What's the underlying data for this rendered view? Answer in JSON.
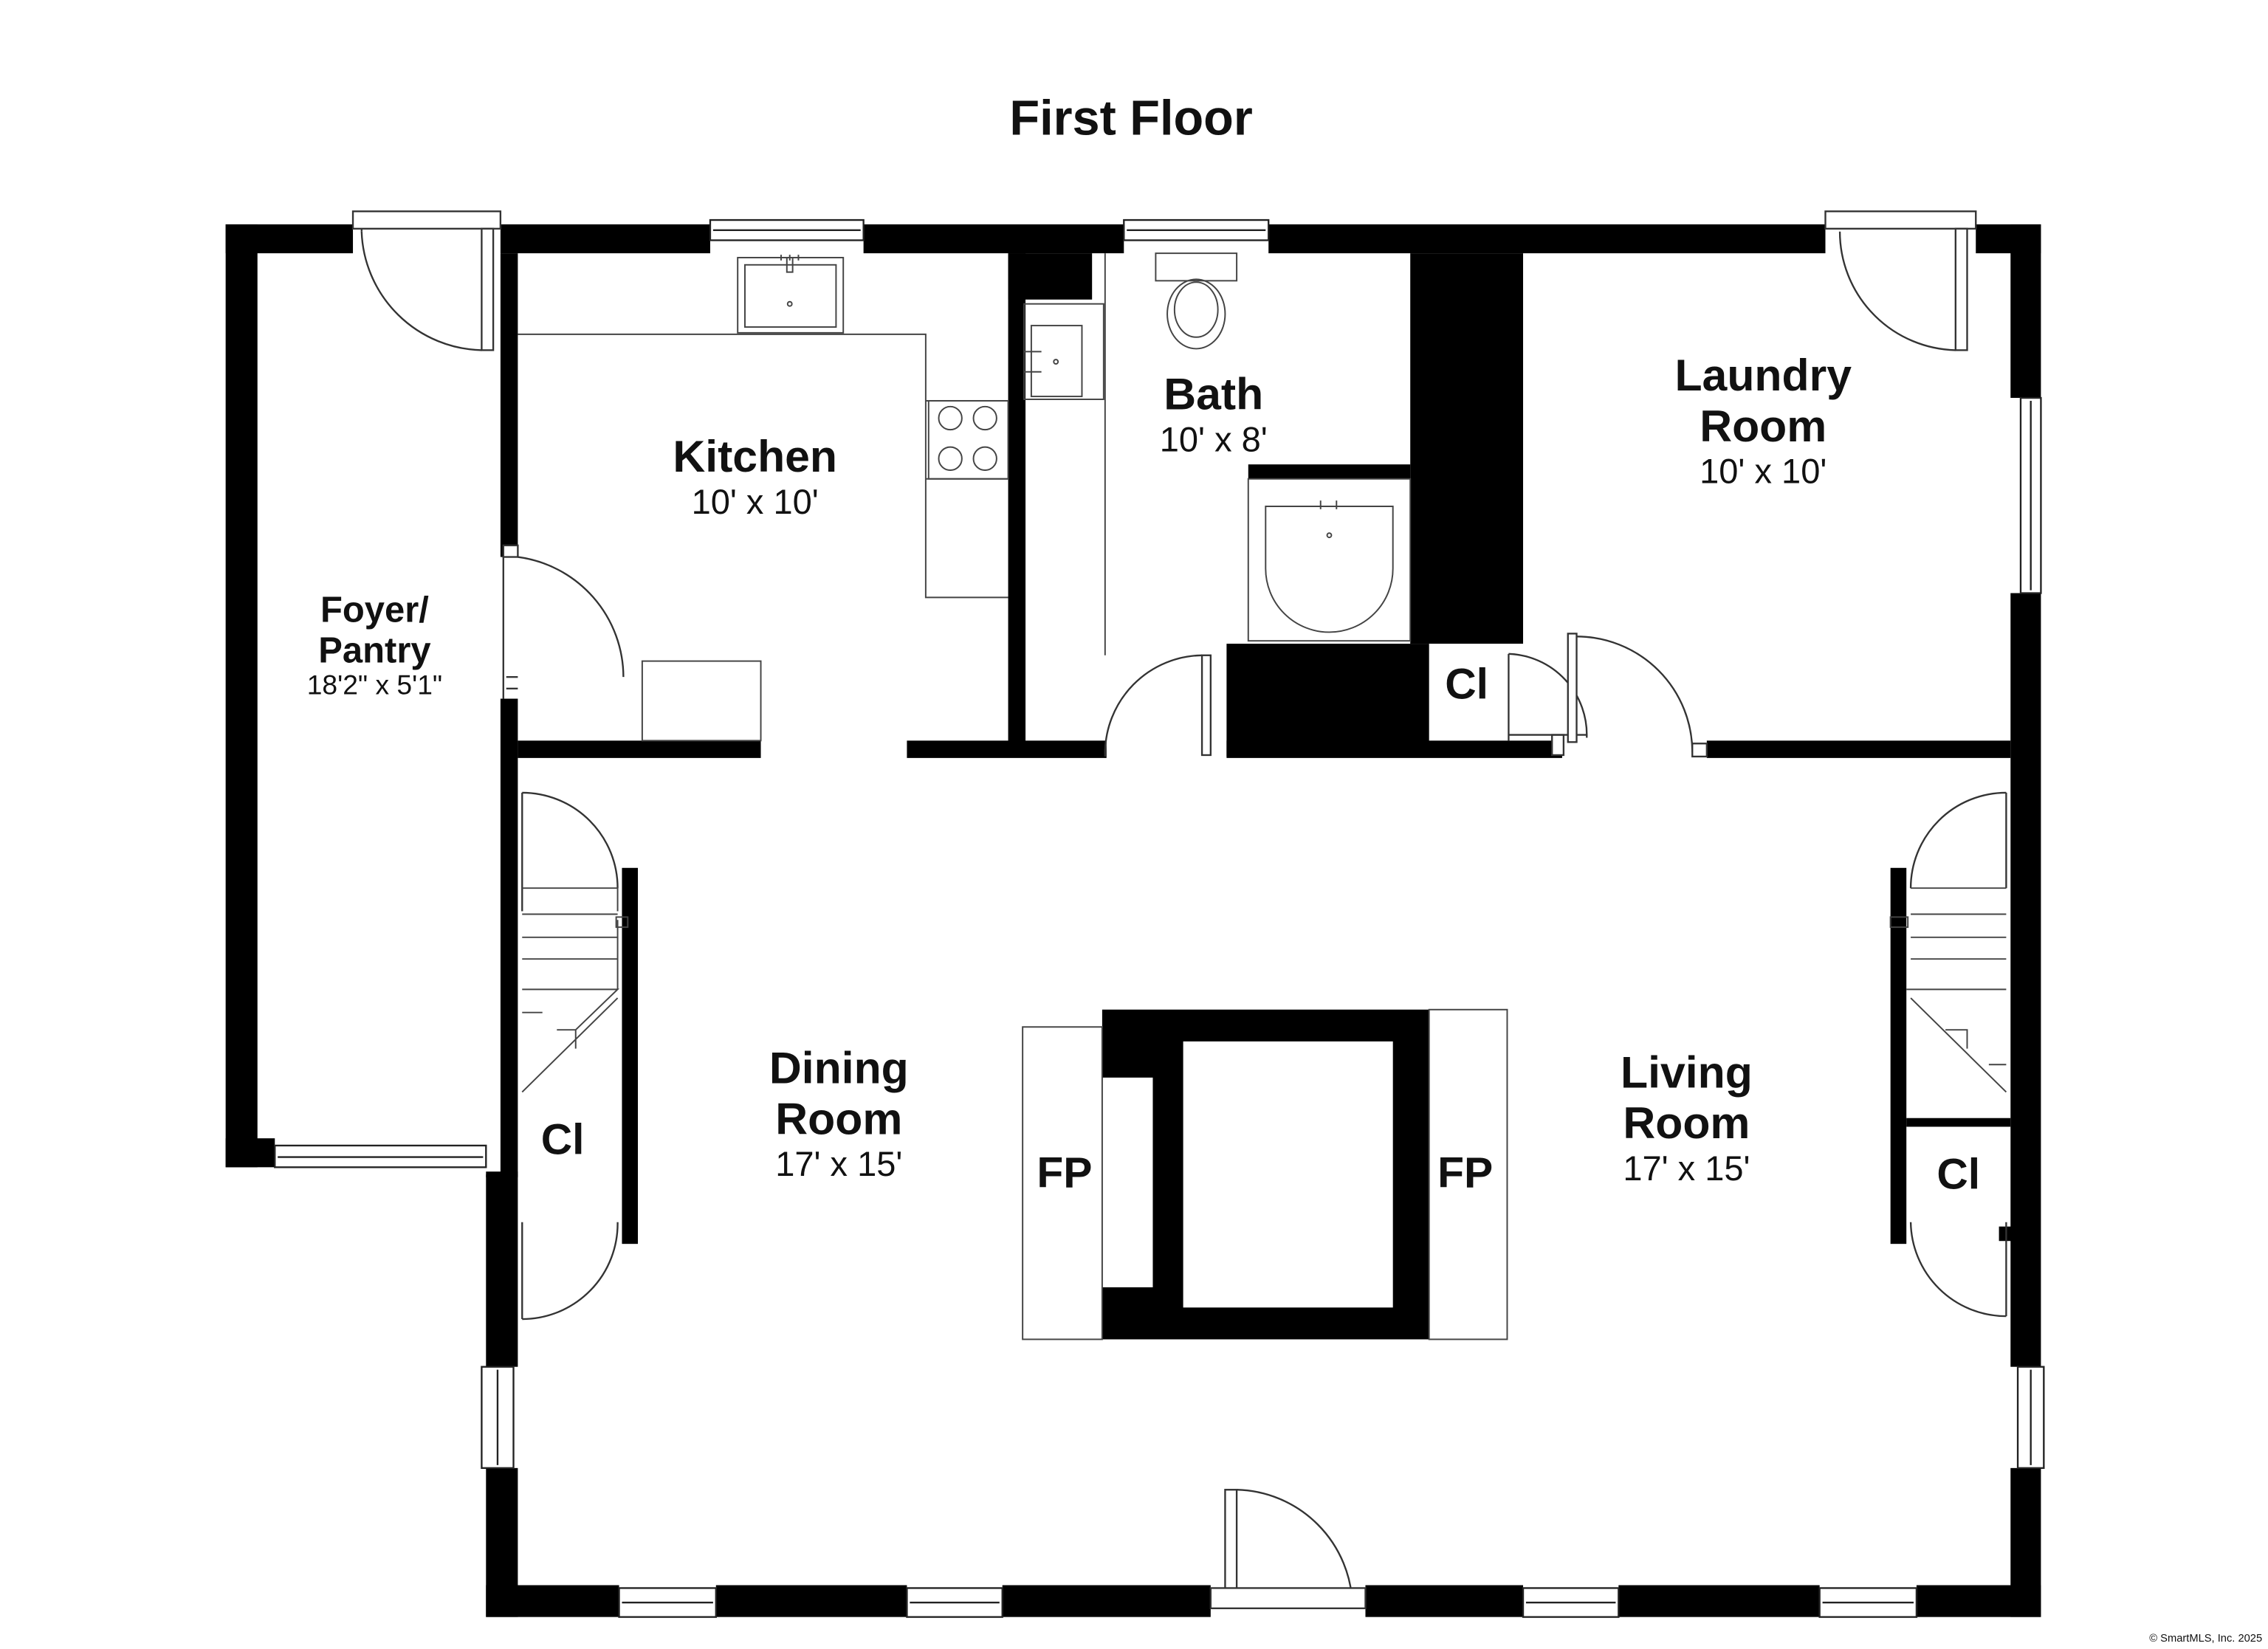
{
  "title": "First Floor",
  "rooms": {
    "kitchen": {
      "name": "Kitchen",
      "size": "10' x 10'"
    },
    "bath": {
      "name": "Bath",
      "size": "10' x 8'"
    },
    "laundry": {
      "name_line1": "Laundry",
      "name_line2": "Room",
      "size": "10' x 10'"
    },
    "foyer": {
      "name_line1": "Foyer/",
      "name_line2": "Pantry",
      "size": "18'2\" x 5'1\""
    },
    "dining": {
      "name_line1": "Dining",
      "name_line2": "Room",
      "size": "17' x 15'"
    },
    "living": {
      "name_line1": "Living",
      "name_line2": "Room",
      "size": "17' x 15'"
    }
  },
  "closets": {
    "bath_closet": "Cl",
    "dining_closet": "Cl",
    "living_closet": "Cl"
  },
  "fireplaces": {
    "dining_fp": "FP",
    "living_fp": "FP"
  },
  "copyright": "© SmartMLS, Inc. 2025",
  "colors": {
    "wall": "#000000",
    "line": "#333333",
    "background": "#ffffff"
  }
}
